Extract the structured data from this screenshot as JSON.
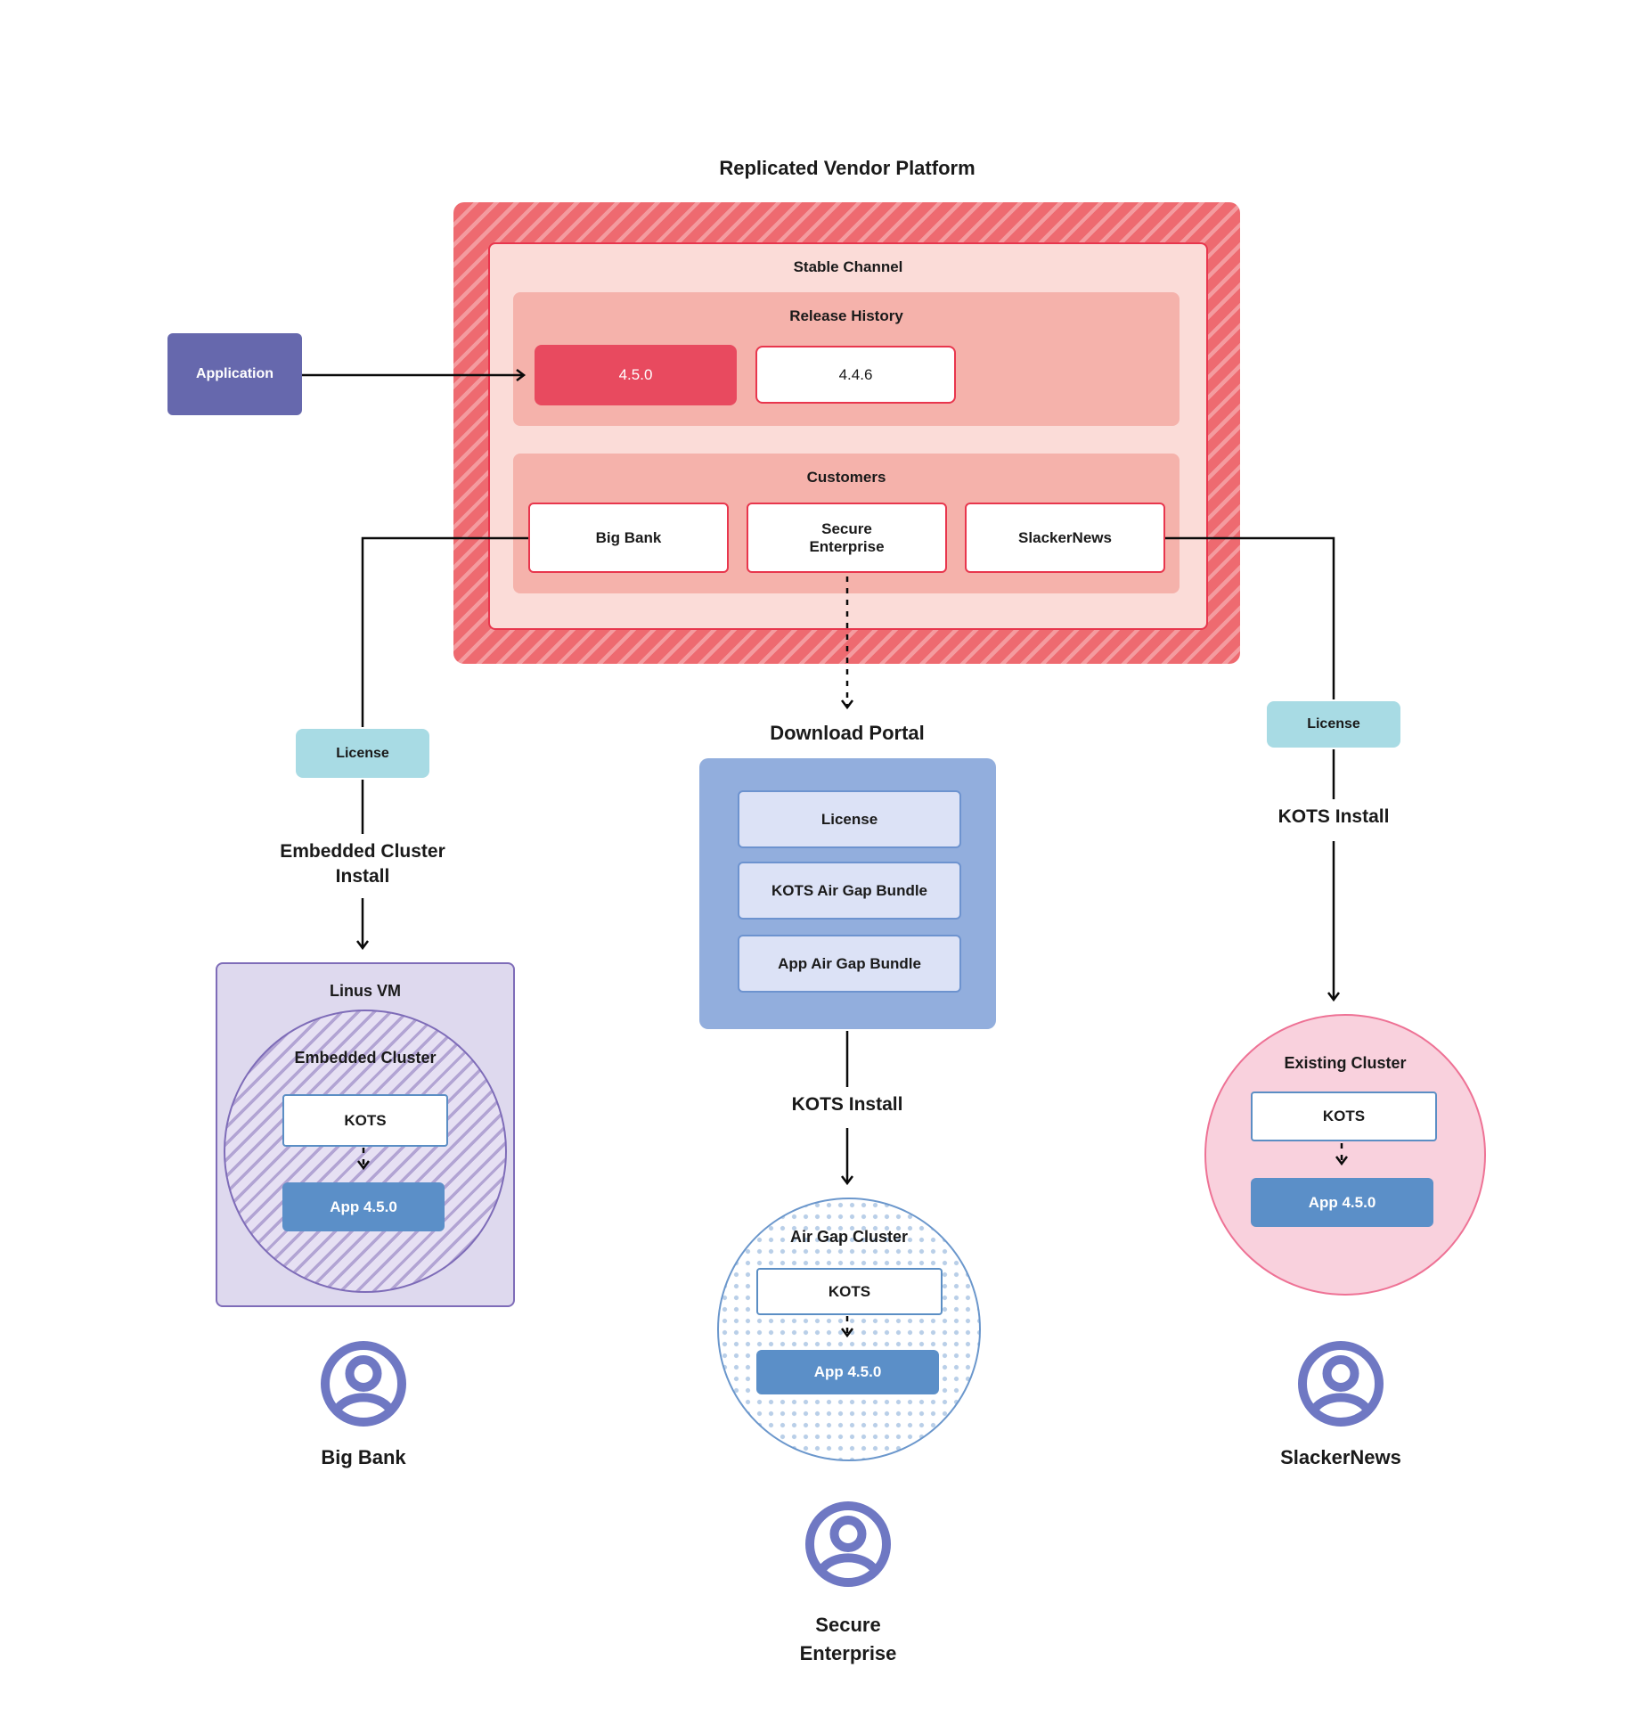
{
  "title": "Replicated Vendor Platform",
  "platform": {
    "stable_channel_label": "Stable Channel",
    "release_history_label": "Release History",
    "releases": {
      "current": "4.5.0",
      "previous": "4.4.6"
    },
    "customers_label": "Customers",
    "customers": {
      "big_bank": "Big Bank",
      "secure_enterprise": "Secure\nEnterprise",
      "slacker_news": "SlackerNews"
    }
  },
  "application_label": "Application",
  "download_portal": {
    "title": "Download Portal",
    "license": "License",
    "kots_bundle": "KOTS Air Gap Bundle",
    "app_bundle": "App Air Gap Bundle"
  },
  "left_branch": {
    "license": "License",
    "install": "Embedded Cluster\nInstall",
    "vm_label": "Linus VM",
    "cluster_label": "Embedded Cluster",
    "kots": "KOTS",
    "app": "App 4.5.0",
    "user": "Big Bank"
  },
  "middle_branch": {
    "install": "KOTS Install",
    "cluster_label": "Air Gap Cluster",
    "kots": "KOTS",
    "app": "App 4.5.0",
    "user": "Secure\nEnterprise"
  },
  "right_branch": {
    "license": "License",
    "install": "KOTS Install",
    "cluster_label": "Existing Cluster",
    "kots": "KOTS",
    "app": "App 4.5.0",
    "user": "SlackerNews"
  },
  "colors": {
    "hatch_red": "#ee6a70",
    "stable_bg": "#fbdcd8",
    "panel_pink": "#f5b2ab",
    "release_red": "#e84a5f",
    "border_red": "#e8364d",
    "app_indigo": "#6668ad",
    "teal": "#a8dbe4",
    "portal_blue": "#92aedd",
    "portal_item_bg": "#dce2f6",
    "portal_item_border": "#6d93cf",
    "app_blue": "#5b8fc8",
    "kots_border": "#5b8ec4",
    "vm_bg": "#ded9ee",
    "vm_border": "#7e6cb8",
    "existing_bg": "#f9d1dd",
    "existing_border": "#ee7295",
    "airgap_border": "#6b97cc",
    "airgap_dot": "#b9cfe8",
    "user_icon": "#6f78c3",
    "connector": "#0a0a0a"
  }
}
